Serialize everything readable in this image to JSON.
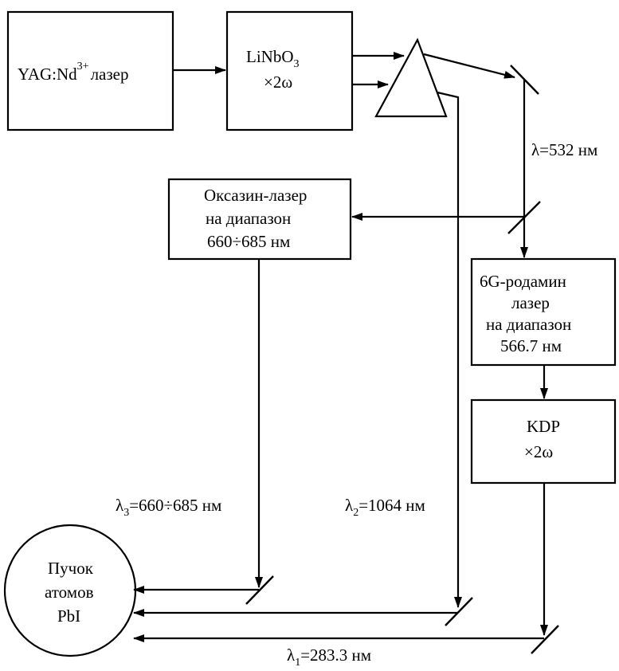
{
  "blocks": {
    "yag": {
      "name": "YAG:Nd",
      "sup": "3+",
      "suffix": "лазер"
    },
    "linbo3": {
      "line1": "LiNbO",
      "line1_sub": "3",
      "line2": "×2ω"
    },
    "oxazine": {
      "line1": "Оксазин-лазер",
      "line2": "на диапазон",
      "line3": "660÷685 нм"
    },
    "rhodamine": {
      "line1": "6G-родамин",
      "line2": "лазер",
      "line3": "на диапазон",
      "line4": "566.7 нм"
    },
    "kdp": {
      "line1": "KDP",
      "line2": "×2ω"
    },
    "beam": {
      "line1": "Пучок",
      "line2": "атомов",
      "line3": "PbI"
    }
  },
  "labels": {
    "green": "λ=532 нм",
    "lambda3": {
      "sym": "λ",
      "sub": "3",
      "rest": "=660÷685 нм"
    },
    "lambda2": {
      "sym": "λ",
      "sub": "2",
      "rest": "=1064 нм"
    },
    "lambda1": {
      "sym": "λ",
      "sub": "1",
      "rest": "=283.3 нм"
    }
  }
}
